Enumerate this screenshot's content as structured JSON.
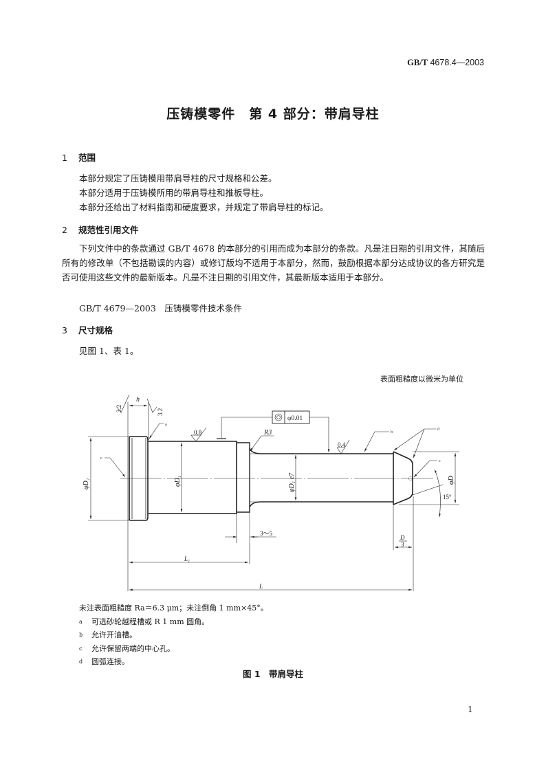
{
  "header": {
    "standard_code_prefix": "GB/T",
    "standard_code_rest": " 4678.4—2003"
  },
  "title": "压铸模零件　第 4 部分：带肩导柱",
  "sections": [
    {
      "number": "1",
      "heading": "范围",
      "lines": [
        "本部分规定了压铸模用带肩导柱的尺寸规格和公差。",
        "本部分适用于压铸模所用的带肩导柱和推板导柱。",
        "本部分还给出了材料指南和硬度要求，并规定了带肩导柱的标记。"
      ]
    },
    {
      "number": "2",
      "heading": "规范性引用文件",
      "paragraph": "下列文件中的条款通过 GB/T 4678 的本部分的引用而成为本部分的条款。凡是注日期的引用文件，其随后所有的修改单（不包括勘误的内容）或修订版均不适用于本部分，然而，鼓励根据本部分达成协议的各方研究是否可使用这些文件的最新版本。凡是不注日期的引用文件，其最新版本适用于本部分。",
      "reference": "GB/T 4679—2003　压铸模零件技术条件"
    },
    {
      "number": "3",
      "heading": "尺寸规格",
      "lines": [
        "见图 1、表 1。"
      ]
    }
  ],
  "figure": {
    "unit_note": "表面粗糙度以微米为单位",
    "labels": {
      "h": "h",
      "roughness_left": "3.2",
      "roughness_right": "3.2",
      "roughness_d1": "0.8",
      "roughness_guide": "0.4",
      "radius": "R3",
      "tolerance_symbol": "◎",
      "tolerance_value": "φ0.01",
      "phi_d2": "φD₂",
      "phi_d1": "φD₁",
      "phi_d1_e7": "φD₁ e7",
      "phi_d": "φD",
      "angle": "15°",
      "groove": "3～5",
      "d_over_3_num": "D",
      "d_over_3_den": "3",
      "l1": "L₁",
      "l": "L",
      "note_a": "a",
      "note_b": "b",
      "note_c": "c",
      "note_d": "d"
    },
    "general_note": "未注表面粗糙度 Ra＝6.3 μm；未注倒角 1 mm×45°。",
    "footnotes": [
      {
        "mark": "a",
        "text": "可选砂轮越程槽或 R 1 mm 圆角。"
      },
      {
        "mark": "b",
        "text": "允许开油槽。"
      },
      {
        "mark": "c",
        "text": "允许保留两端的中心孔。"
      },
      {
        "mark": "d",
        "text": "圆弧连接。"
      }
    ],
    "caption": "图 1　带肩导柱"
  },
  "page_number": "1"
}
